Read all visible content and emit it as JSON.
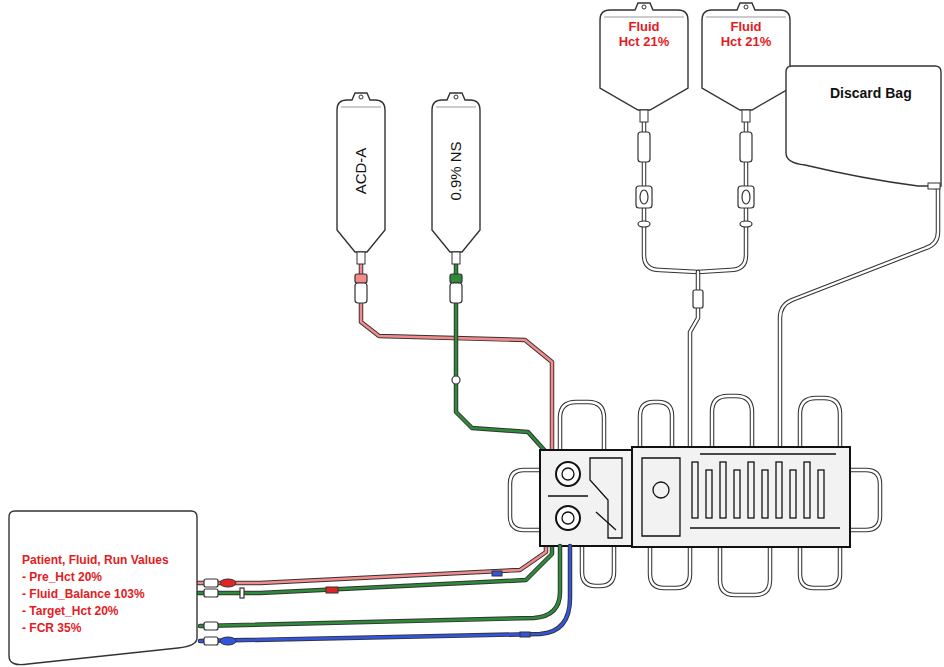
{
  "diagram": {
    "nodes": [
      {
        "text": [
          "ACD-A"
        ]
      },
      {
        "text": [
          "0.9% NS"
        ]
      },
      {
        "text": [
          "Fluid Hct 21%"
        ]
      },
      {
        "text": [
          "Fluid Hct 21%"
        ]
      },
      {
        "text": [
          "Discard Bag"
        ]
      },
      {
        "text": [
          "Patient, Fluid, Run Values",
          "- Pre_Hct 20%",
          "- Fluid_Balance 103%",
          "- Target_Hct 20%",
          "- FCR 35%"
        ]
      }
    ],
    "edges": [
      {
        "from": 0,
        "to": 5,
        "arrow": "none"
      },
      {
        "from": 1,
        "to": 5,
        "arrow": "none"
      }
    ]
  }
}
